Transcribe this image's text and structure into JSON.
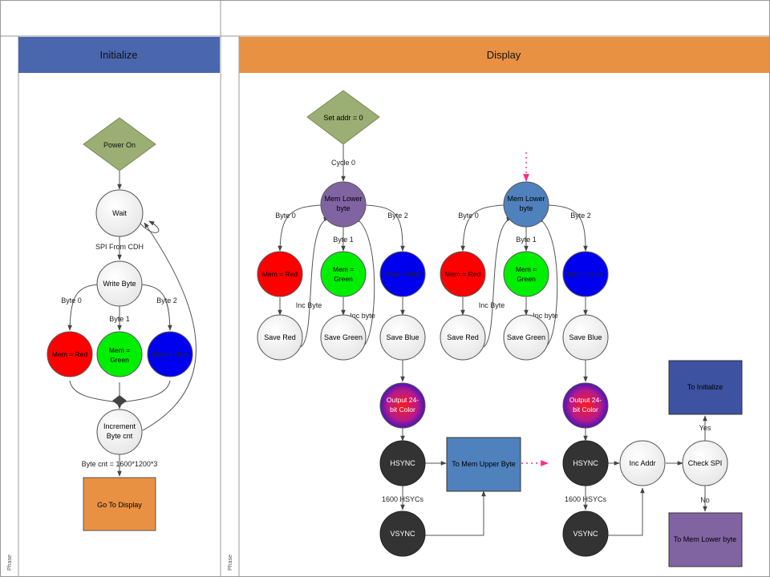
{
  "phase_label": "Phase",
  "lanes": {
    "initialize": {
      "title": "Initialize",
      "color": "#4a66ad"
    },
    "display": {
      "title": "Display",
      "color": "#e99143"
    }
  },
  "nodes": {
    "power_on": "Power On",
    "wait": "Wait",
    "write_byte": "Write Byte",
    "init_mem_red": "Mem = Red",
    "init_mem_green": [
      "Mem =",
      "Green"
    ],
    "init_mem_blue": "Mem = Blue",
    "increment": [
      "Increment",
      "Byte cnt"
    ],
    "go_to_display": "Go To Display",
    "set_addr": "Set addr = 0",
    "mem_lower_1": [
      "Mem Lower",
      "byte"
    ],
    "mem_lower_2": [
      "Mem Lower",
      "byte"
    ],
    "mem_red": "Mem = Red",
    "mem_green": [
      "Mem =",
      "Green"
    ],
    "mem_blue": "Mem = Blue",
    "save_red": "Save Red",
    "save_green": "Save Green",
    "save_blue": "Save Blue",
    "output_color": [
      "Output 24-",
      "bit Color"
    ],
    "hsync": "HSYNC",
    "vsync": "VSYNC",
    "to_mem_upper": "To Mem Upper Byte",
    "inc_addr": "Inc Addr",
    "check_spi": "Check SPI",
    "to_initialize": "To Initialize",
    "to_mem_lower": "To Mem Lower byte"
  },
  "edge_labels": {
    "spi_from_cdh": "SPI From CDH",
    "byte0": "Byte 0",
    "byte1": "Byte 1",
    "byte2": "Byte 2",
    "byte_cnt": "Byte cnt = 1600*1200*3",
    "cycle0": "Cycle 0",
    "inc_byte": "Inc Byte",
    "inc_byte_lower": "Inc byte",
    "hsycs": "1600 HSYCs",
    "yes": "Yes",
    "no": "No"
  },
  "colors": {
    "diamond": "#9bae73",
    "red": "#ff0000",
    "green": "#00ee00",
    "blue": "#0000ee",
    "purple": "#8064a2",
    "steel": "#4f81bd",
    "dark": "#333333",
    "navy": "#3d52a0",
    "orange": "#e99143",
    "lavender": "#8064a2",
    "pink": "#ff2d8c"
  }
}
